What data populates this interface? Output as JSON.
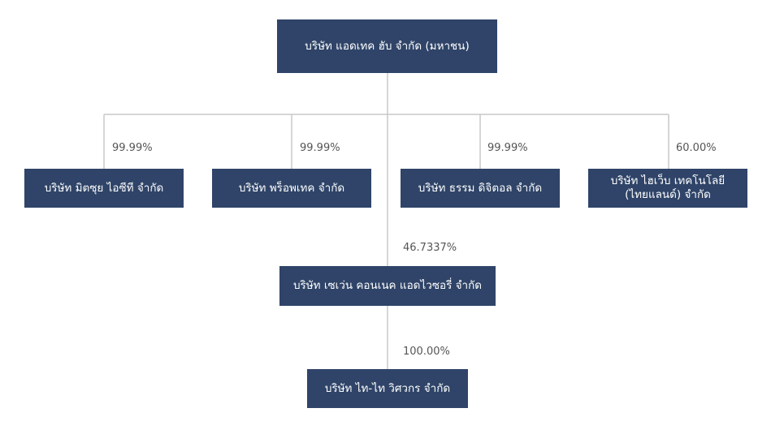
{
  "parent": {
    "name": "บริษัท แอดเทค ฮับ จำกัด (มหาชน)"
  },
  "subsidiaries": [
    {
      "name": "บริษัท มิตซุย ไอซีที จำกัด",
      "share": "99.99%"
    },
    {
      "name": "บริษัท พร็อพเทค จำกัด",
      "share": "99.99%"
    },
    {
      "name": "บริษัท ธรรม ดิจิตอล จำกัด",
      "share": "99.99%"
    },
    {
      "name": "บริษัท ไฮเว็บ เทคโนโลยี\n(ไทยแลนด์) จำกัด",
      "share": "60.00%"
    }
  ],
  "associate": {
    "name": "บริษัท เซเว่น คอนเนค แอดไวซอรี่ จำกัด",
    "share": "46.7337%"
  },
  "grandchild": {
    "name": "บริษัท ไท-ไท วิศวกร จำกัด",
    "share": "100.00%"
  },
  "colors": {
    "box_fill": "#2f4468",
    "box_text": "#ffffff",
    "connector": "#c9c9c9",
    "label_text": "#555555"
  }
}
